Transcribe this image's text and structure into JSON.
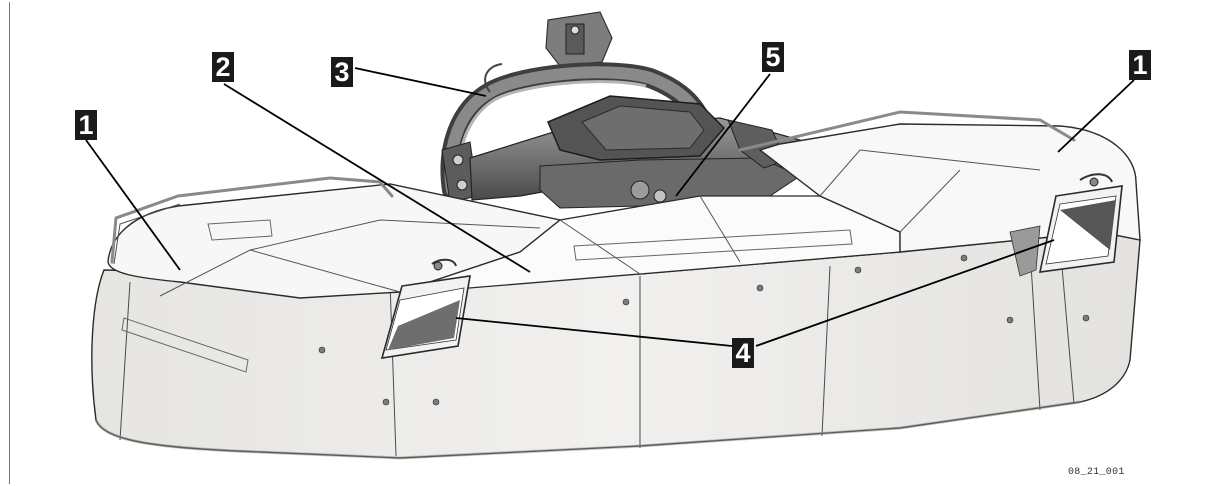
{
  "diagram": {
    "callouts": {
      "c1_left": "1",
      "c2": "2",
      "c3": "3",
      "c5": "5",
      "c1_right": "1",
      "c4": "4"
    },
    "figure_id": "08_21_001",
    "colors": {
      "callout_bg": "#1a1a1a",
      "callout_text": "#ffffff",
      "guard_panel": "#ecebe9",
      "top_cover": "#f8f8f8",
      "frame_dark": "#6b6b6b",
      "leader": "#000000"
    }
  }
}
